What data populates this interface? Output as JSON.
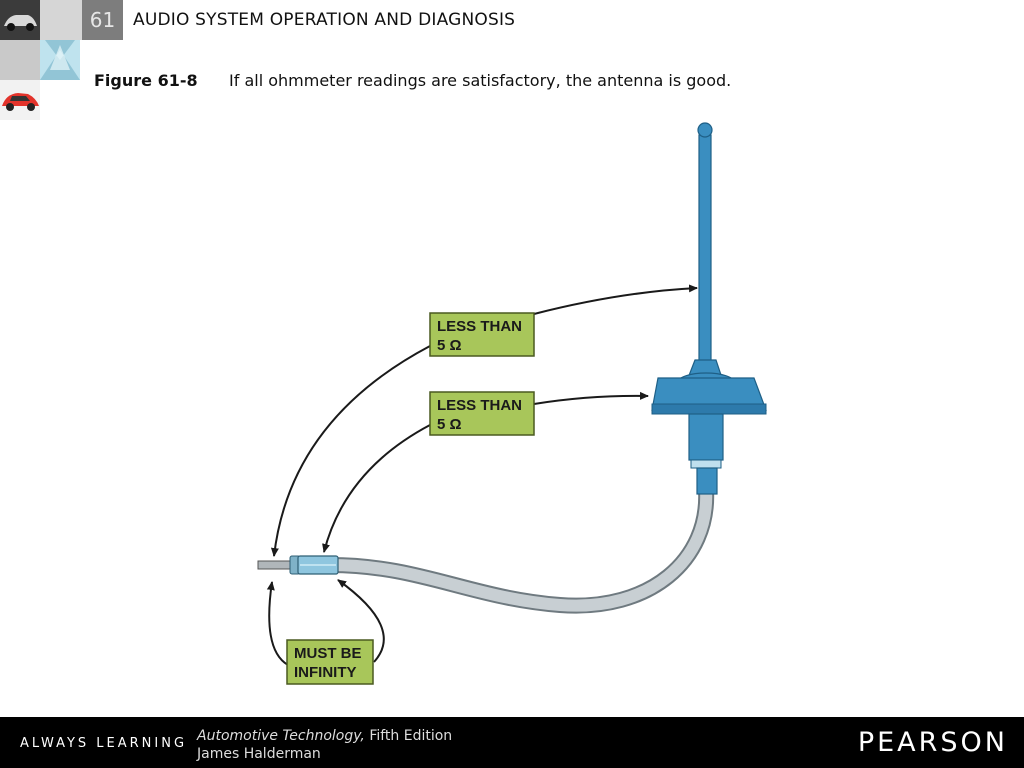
{
  "header": {
    "chapter_number": "61",
    "title": "AUDIO SYSTEM OPERATION AND DIAGNOSIS"
  },
  "figure": {
    "label": "Figure 61-8",
    "caption": "If all ohmmeter readings are satisfactory, the antenna is good."
  },
  "diagram": {
    "boxes": [
      {
        "line1": "LESS THAN",
        "line2": "5 Ω"
      },
      {
        "line1": "LESS THAN",
        "line2": "5 Ω"
      },
      {
        "line1": "MUST BE",
        "line2": "INFINITY"
      }
    ],
    "colors": {
      "antenna": "#3a8ec0",
      "antenna_dark": "#1e5f86",
      "label_box": "#a8c65a",
      "cable": "#c5cccf",
      "connector": "#8fc6df"
    }
  },
  "footer": {
    "slogan": "ALWAYS LEARNING",
    "book_title": "Automotive Technology,",
    "edition": " Fifth Edition",
    "author": "James Halderman",
    "publisher": "PEARSON"
  }
}
